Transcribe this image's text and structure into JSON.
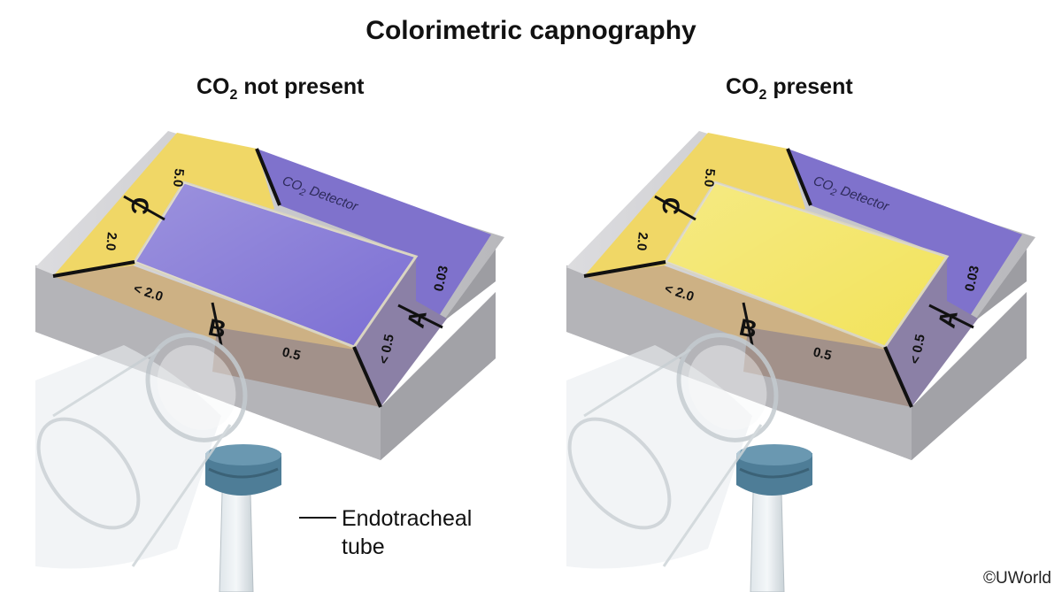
{
  "title": "Colorimetric capnography",
  "panels": [
    {
      "heading_main": "CO",
      "heading_sub": "2",
      "heading_rest": " not present",
      "window_color": "#7b6ed3",
      "device": {
        "detector_main": "CO",
        "detector_sub": "2",
        "detector_rest": " Detector",
        "zone_c": "C",
        "zone_b": "B",
        "zone_a": "A",
        "value_50": "5.0",
        "value_20": "2.0",
        "value_lt20": "< 2.0",
        "value_05": "0.5",
        "value_lt05": "< 0.5",
        "value_003": "0.03"
      }
    },
    {
      "heading_main": "CO",
      "heading_sub": "2",
      "heading_rest": " present",
      "window_color": "#f2e35a",
      "device": {
        "detector_main": "CO",
        "detector_sub": "2",
        "detector_rest": " Detector",
        "zone_c": "C",
        "zone_b": "B",
        "zone_a": "A",
        "value_50": "5.0",
        "value_20": "2.0",
        "value_lt20": "< 2.0",
        "value_05": "0.5",
        "value_lt05": "< 0.5",
        "value_003": "0.03"
      }
    }
  ],
  "callout": {
    "line1": "Endotracheal",
    "line2": "tube"
  },
  "copyright": "©UWorld",
  "colors": {
    "yellow_zone": "#f0d766",
    "tan_zone": "#cdb184",
    "taupe_zone": "#a2918a",
    "purple_zone": "#7f72cc",
    "device_body": "#c9c9cc",
    "connector": "#4e7d97"
  }
}
